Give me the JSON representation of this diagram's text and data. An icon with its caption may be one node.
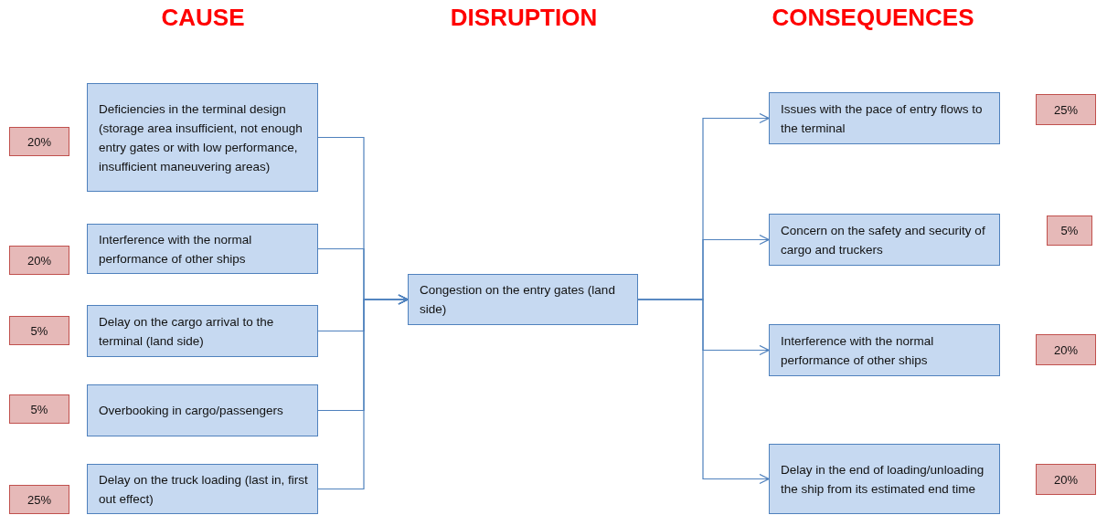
{
  "diagram": {
    "nodes": [
      {
        "text": [
          "Deficiencies in the terminal design (storage area insufficient, not enough entry gates or with low performance, insufficient maneuvering areas)"
        ]
      },
      {
        "text": [
          "Interference with the normal performance of other ships"
        ]
      },
      {
        "text": [
          "Delay on the cargo arrival to the terminal (land side)"
        ]
      },
      {
        "text": [
          "Overbooking in cargo/passengers"
        ]
      },
      {
        "text": [
          "Delay on the truck loading (last in, first out effect)"
        ]
      },
      {
        "text": [
          "20%"
        ]
      },
      {
        "text": [
          "20%"
        ]
      },
      {
        "text": [
          "5%"
        ]
      },
      {
        "text": [
          "5%"
        ]
      },
      {
        "text": [
          "25%"
        ]
      },
      {
        "text": [
          "Congestion on the entry gates (land side)"
        ]
      },
      {
        "text": [
          "Issues with the pace of entry flows to the terminal"
        ]
      },
      {
        "text": [
          "Concern on the safety and security of cargo and truckers"
        ]
      },
      {
        "text": [
          "Interference with the normal performance of other ships"
        ]
      },
      {
        "text": [
          "Delay in the end of loading/unloading the ship from its estimated end time"
        ]
      },
      {
        "text": [
          "25%"
        ]
      },
      {
        "text": [
          "5%"
        ]
      },
      {
        "text": [
          "20%"
        ]
      },
      {
        "text": [
          "20%"
        ]
      }
    ],
    "edges": [
      {
        "from": 0,
        "to": 10,
        "arrow": "to"
      },
      {
        "from": 1,
        "to": 10,
        "arrow": "to"
      },
      {
        "from": 2,
        "to": 10,
        "arrow": "to"
      },
      {
        "from": 3,
        "to": 10,
        "arrow": "to"
      },
      {
        "from": 4,
        "to": 10,
        "arrow": "to"
      },
      {
        "from": 10,
        "to": 11,
        "arrow": "to"
      },
      {
        "from": 10,
        "to": 12,
        "arrow": "to"
      },
      {
        "from": 10,
        "to": 13,
        "arrow": "to"
      },
      {
        "from": 10,
        "to": 14,
        "arrow": "to"
      }
    ],
    "labels": [
      "CAUSE",
      "DISRUPTION",
      "CONSEQUENCES"
    ]
  }
}
